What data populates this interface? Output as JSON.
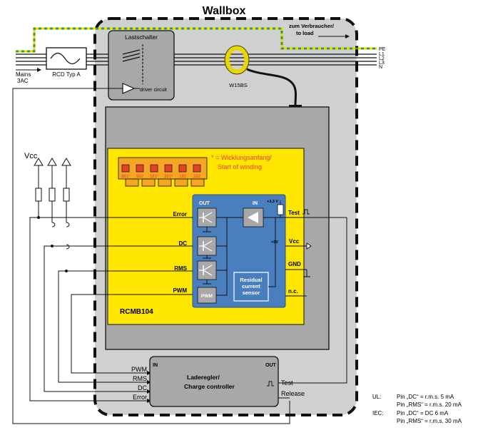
{
  "title": "Wallbox",
  "mains": {
    "line1": "Mains",
    "line2": "3AC"
  },
  "rcd": {
    "label": "RCD Typ A"
  },
  "to_load": {
    "line1": "zum Verbraucher/",
    "line2": "to load"
  },
  "phases": [
    "PE",
    "L1",
    "L2",
    "L3",
    "N"
  ],
  "contactor": {
    "title": "Lastschalter",
    "driver": "driver circuit"
  },
  "sensor_coil": {
    "label": "W15BS"
  },
  "vcc_label": "Vcc",
  "connector": {
    "note_line1": "* = Wicklungsanfang/",
    "note_line2": "Start of winding",
    "pins": [
      "881*",
      "882",
      "181*",
      "281*",
      "182",
      "282"
    ]
  },
  "module": {
    "name": "RCMB104",
    "out_label": "OUT",
    "in_label": "IN",
    "pwm_block": "PWM",
    "rcs_line1": "Residual",
    "rcs_line2": "current",
    "rcs_line3": "sensor",
    "v33": "+3,3 V",
    "v5": "+5V",
    "pins_left": [
      "Error",
      "DC",
      "RMS",
      "PWM"
    ],
    "pins_right": {
      "test": "Test",
      "vcc": "Vcc",
      "gnd": "GND",
      "nc": "n.c."
    }
  },
  "controller": {
    "in_label": "IN",
    "out_label": "OUT",
    "title_line1": "Laderegler/",
    "title_line2": "Charge controller",
    "inputs": [
      "PWM",
      "RMS",
      "DC",
      "Error"
    ],
    "outputs": [
      "Test",
      "Release"
    ]
  },
  "notes": {
    "ul_label": "UL:",
    "ul_lines": [
      "Pin „DC“ = r.m.s. 5 mA",
      "Pin „RMS“ = r.m.s. 20 mA"
    ],
    "iec_label": "IEC:",
    "iec_lines": [
      "Pin „DC“ = DC 6 mA",
      "Pin „RMS“ = r.m.s. 30 mA"
    ]
  },
  "colors": {
    "wallbox_bg": "#d0d0d0",
    "module_bg": "#ffe600",
    "block_blue": "#4a7fbf",
    "inner_gray": "#a8a8a8",
    "connector_orange": "#f5a623",
    "note_red": "#e8402a",
    "pe_yellow": "#e8d800",
    "pe_green": "#3a9a3a"
  }
}
